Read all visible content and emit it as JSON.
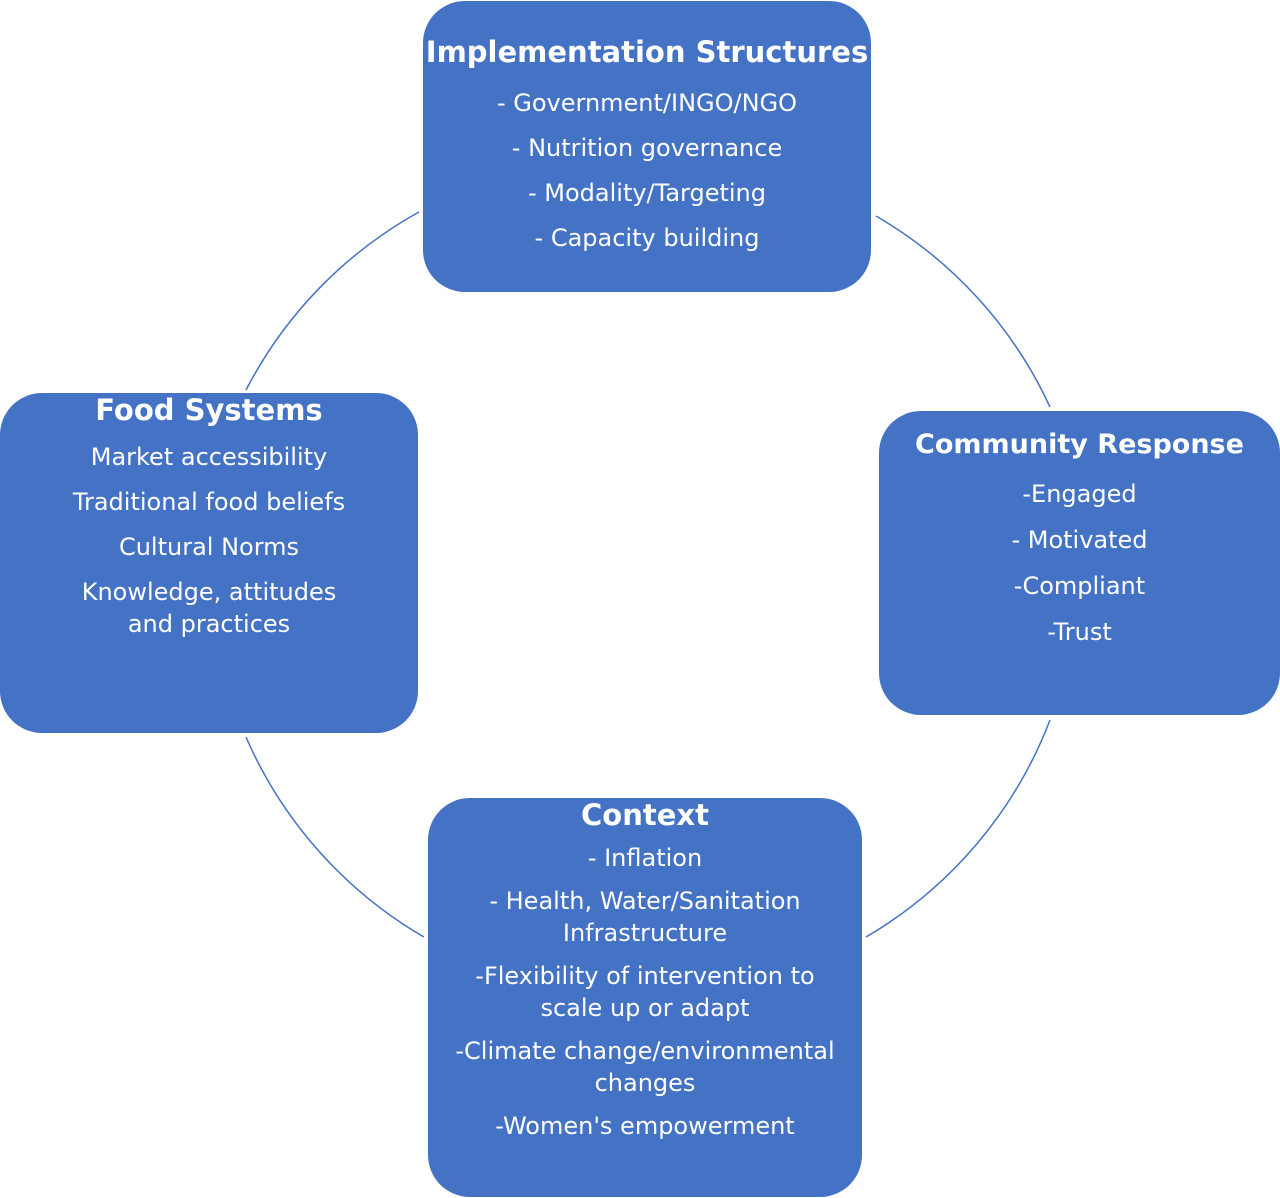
{
  "diagram": {
    "colors": {
      "box_fill": "#4472c4",
      "text": "#ffffff",
      "connector": "#4472c4"
    },
    "boxes": {
      "implementation": {
        "title": "Implementation Structures",
        "items": [
          "- Government/INGO/NGO",
          "- Nutrition governance",
          "- Modality/Targeting",
          "- Capacity building"
        ]
      },
      "food_systems": {
        "title": "Food Systems",
        "items": [
          "Market accessibility",
          "Traditional food beliefs",
          "Cultural Norms",
          "Knowledge, attitudes and practices"
        ]
      },
      "community": {
        "title": "Community Response",
        "items": [
          "-Engaged",
          "- Motivated",
          "-Compliant",
          "-Trust"
        ]
      },
      "context": {
        "title": "Context",
        "items": [
          "- Inflation",
          "-  Health, Water/Sanitation Infrastructure",
          "-Flexibility of intervention to scale up or adapt",
          "-Climate change/environmental changes",
          "-Women's empowerment"
        ]
      }
    }
  }
}
